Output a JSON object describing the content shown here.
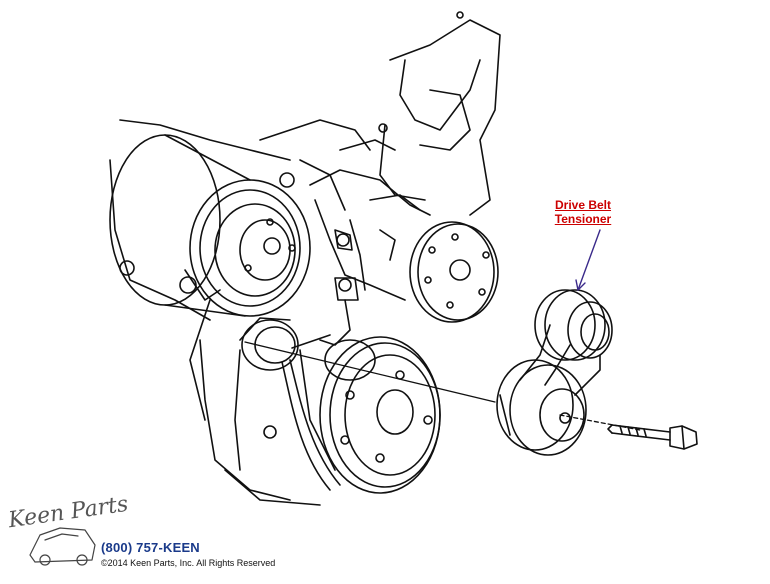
{
  "callout": {
    "line1": "Drive Belt",
    "line2": "Tensioner",
    "color": "#cc0000",
    "arrow_color": "#3a2a8a"
  },
  "footer": {
    "phone": "(800) 757-KEEN",
    "copyright": "©2014 Keen Parts, Inc. All Rights Reserved",
    "phone_color": "#1a3a8a"
  },
  "logo": {
    "text": "Keen Parts"
  }
}
